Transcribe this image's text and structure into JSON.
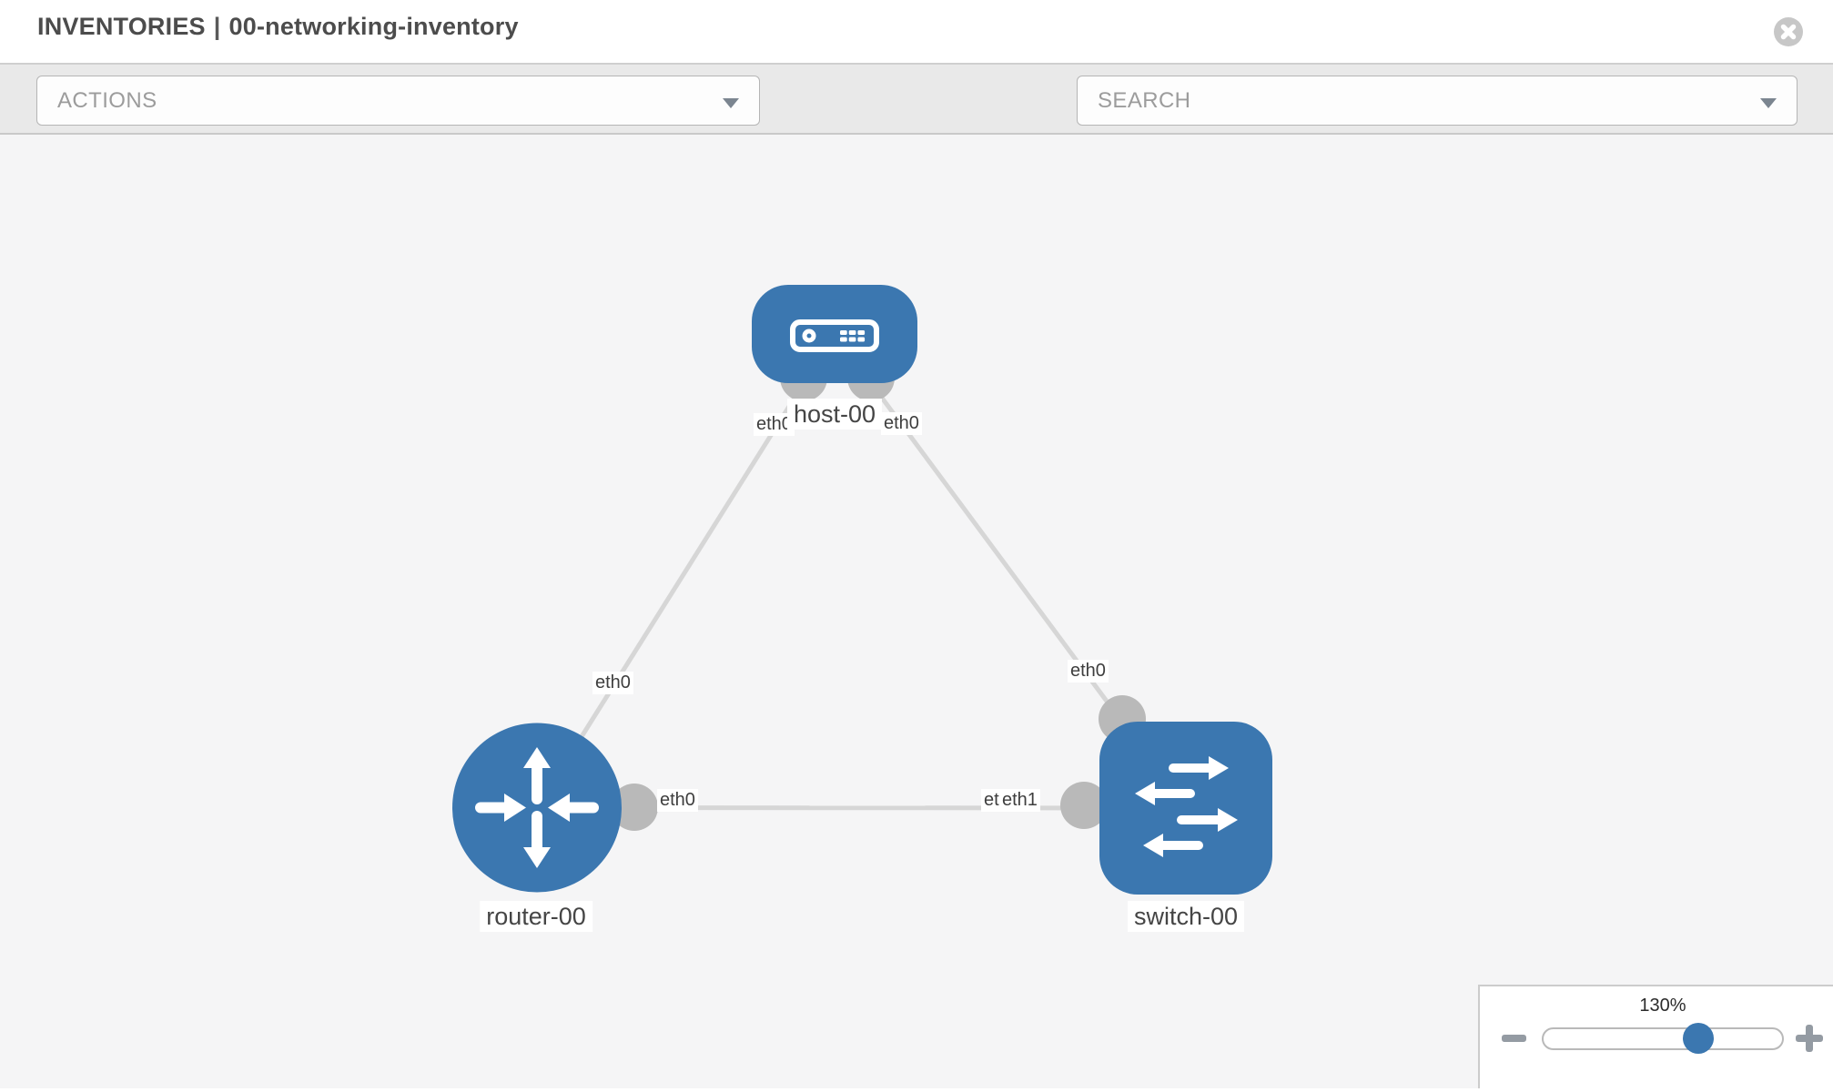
{
  "header": {
    "section": "INVENTORIES",
    "separator": "|",
    "inventory_name": "00-networking-inventory"
  },
  "toolbar": {
    "actions_placeholder": "ACTIONS",
    "search_placeholder": "SEARCH",
    "icons": {
      "left": "wrench-icon",
      "right": "key-icon"
    }
  },
  "topology": {
    "nodes": [
      {
        "label": "host-00",
        "type": "host",
        "icon": "server-icon"
      },
      {
        "label": "router-00",
        "type": "router",
        "icon": "crossed-arrows-icon"
      },
      {
        "label": "switch-00",
        "type": "switch",
        "icon": "switch-arrows-icon"
      }
    ],
    "edges": [
      {
        "from": "host-00",
        "to": "router-00",
        "from_interface": "eth0",
        "to_interface": "eth0"
      },
      {
        "from": "host-00",
        "to": "switch-00",
        "from_interface": "eth0",
        "to_interface": "eth0"
      },
      {
        "from": "router-00",
        "to": "switch-00",
        "from_interface": "eth0",
        "to_interface": "eth1",
        "overlapped_interface_label": "eth1"
      }
    ]
  },
  "zoom_control": {
    "level": "130%"
  },
  "colors": {
    "node_blue": "#3b77b0",
    "edge_gray": "#d6d6d6",
    "port_gray": "#b9b9b9",
    "canvas_bg": "#f5f5f6",
    "toolbar_bg": "#e9e9e9"
  }
}
